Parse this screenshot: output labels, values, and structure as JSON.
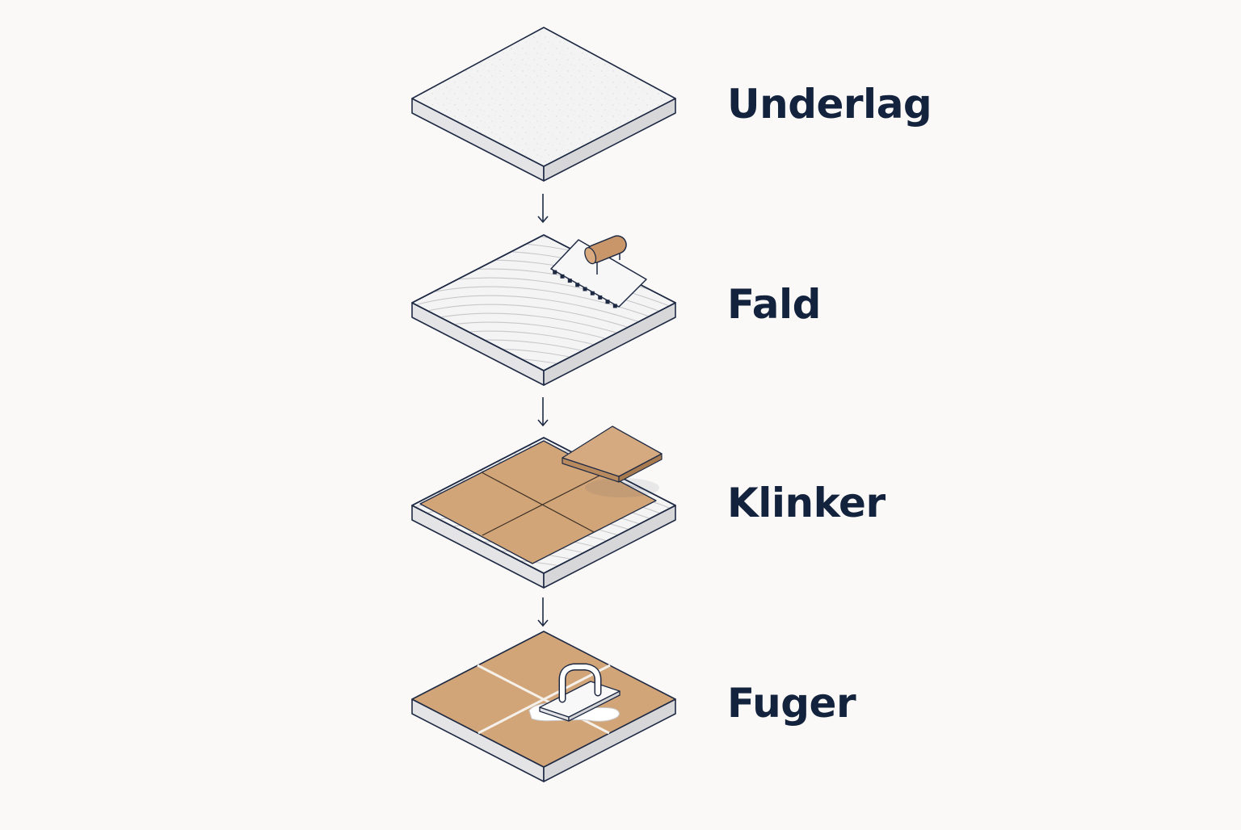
{
  "colors": {
    "background": "#faf9f7",
    "outline": "#1e2a44",
    "label": "#14233d",
    "slab_top": "#f3f3f3",
    "slab_left": "#e4e4e6",
    "slab_right": "#d7d7da",
    "tile": "#d2a579",
    "tile_dark": "#b98a5e",
    "grout": "#f5f1ea",
    "trowel_handle": "#c9966a",
    "comb_lines": "#c7c7cb"
  },
  "steps": [
    {
      "id": "underlag",
      "label": "Underlag",
      "icon": "substrate-slab-icon"
    },
    {
      "id": "fald",
      "label": "Fald",
      "icon": "notched-trowel-icon"
    },
    {
      "id": "klinker",
      "label": "Klinker",
      "icon": "tile-icon"
    },
    {
      "id": "fuger",
      "label": "Fuger",
      "icon": "grout-float-icon"
    }
  ],
  "arrows": [
    {
      "from": "underlag",
      "to": "fald",
      "icon": "arrow-down-icon"
    },
    {
      "from": "fald",
      "to": "klinker",
      "icon": "arrow-down-icon"
    },
    {
      "from": "klinker",
      "to": "fuger",
      "icon": "arrow-down-icon"
    }
  ]
}
